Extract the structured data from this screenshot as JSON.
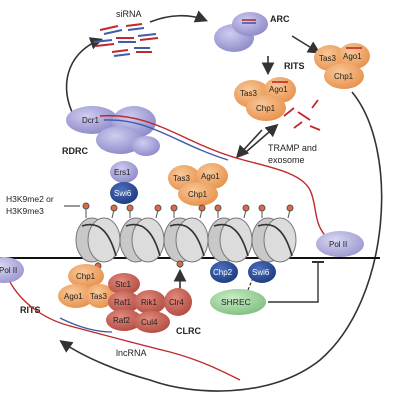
{
  "labels": {
    "sirna": "siRNA",
    "arc": "ARC",
    "rits_top": "RITS",
    "rdrc": "RDRC",
    "tramp": "TRAMP and",
    "exosome": "exosome",
    "h3k9_1": "H3K9me2 or",
    "h3k9_2": "H3K9me3",
    "rits_bottom": "RITS",
    "clrc": "CLRC",
    "lncrna": "lncRNA"
  },
  "proteins": {
    "tas3": "Tas3",
    "ago1": "Ago1",
    "chp1": "Chp1",
    "dcr1": "Dcr1",
    "ers1": "Ers1",
    "swi6": "Swi6",
    "chp2": "Chp2",
    "shrec": "SHREC",
    "pol2": "Pol II",
    "stc1": "Stc1",
    "raf1": "Raf1",
    "rik1": "Rik1",
    "clr4": "Clr4",
    "raf2": "Raf2",
    "cul4": "Cul4"
  },
  "colors": {
    "orange": "#f2a86a",
    "orange_dark": "#d9843f",
    "lavender": "#a9a6d9",
    "navy": "#1f3f8a",
    "red_brown": "#c4564a",
    "green": "#8fcc8f",
    "nucleosome": "#bcbcbc",
    "rna_red": "#c0282d",
    "rna_blue": "#3f5da8"
  }
}
